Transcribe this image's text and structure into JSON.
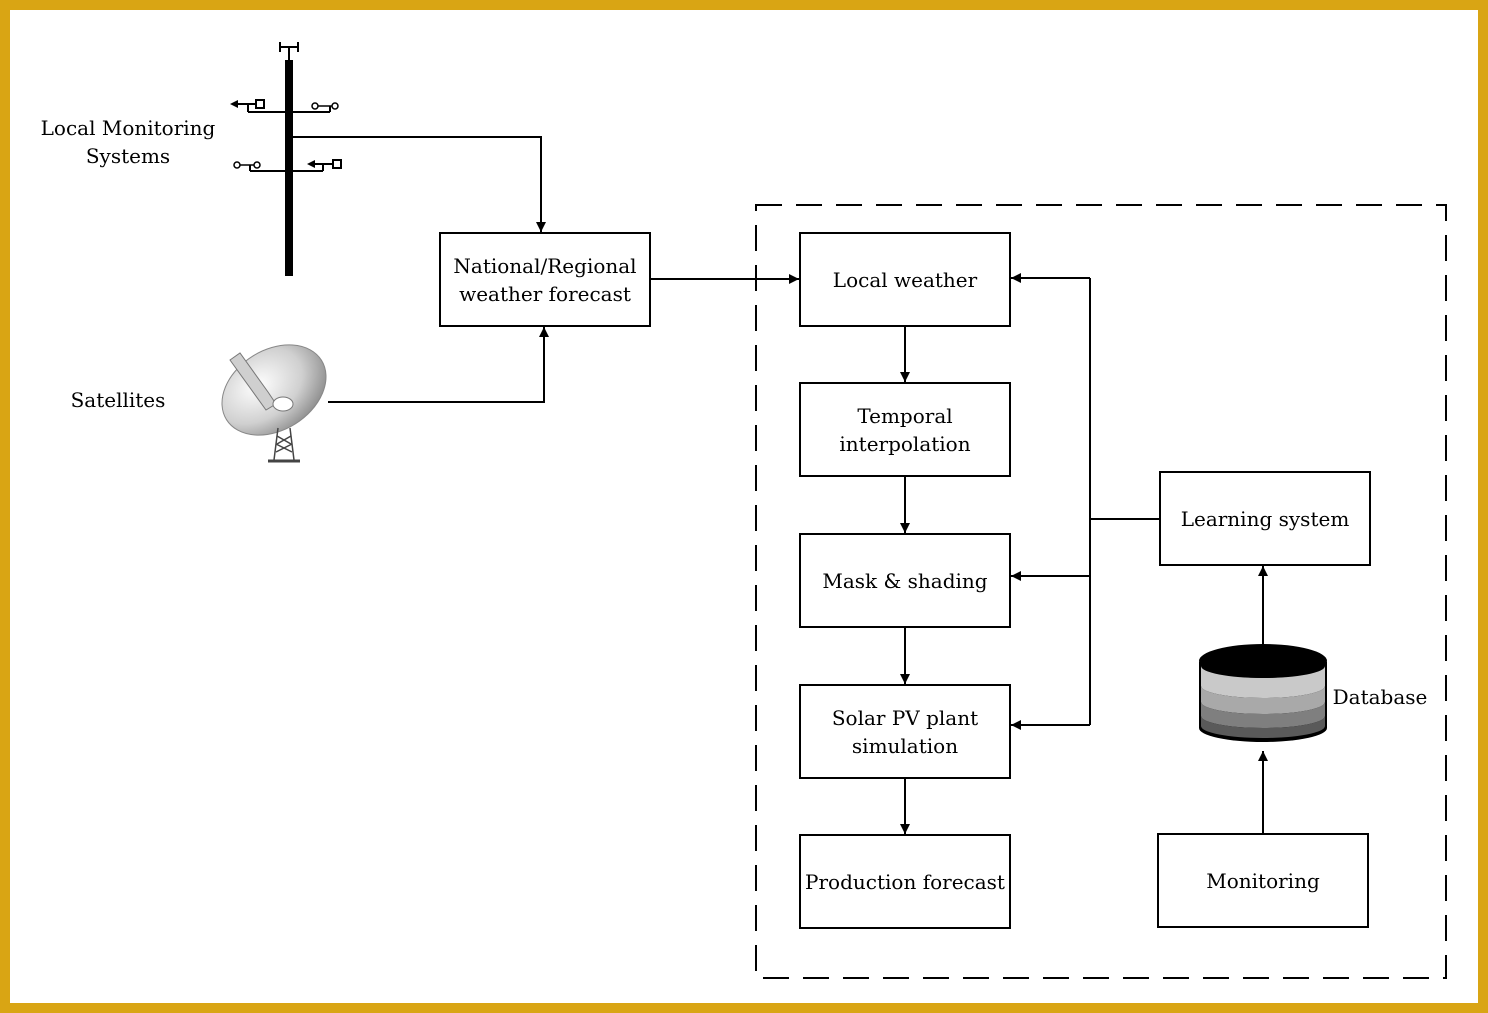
{
  "colors": {
    "frame": "#d9a514",
    "background": "#ffffff",
    "line": "#000000"
  },
  "labels": {
    "local_monitoring": "Local Monitoring\nSystems",
    "satellites": "Satellites",
    "database": "Database"
  },
  "boxes": {
    "national_forecast": "National/Regional\nweather forecast",
    "local_weather": "Local weather",
    "temporal_interpolation": "Temporal\ninterpolation",
    "mask_shading": "Mask & shading",
    "solar_pv_simulation": "Solar PV plant\nsimulation",
    "production_forecast": "Production forecast",
    "learning_system": "Learning system",
    "monitoring": "Monitoring"
  },
  "icons": {
    "weather_station": "weather-station-icon",
    "satellite_dish": "satellite-dish-icon",
    "database": "database-icon"
  }
}
